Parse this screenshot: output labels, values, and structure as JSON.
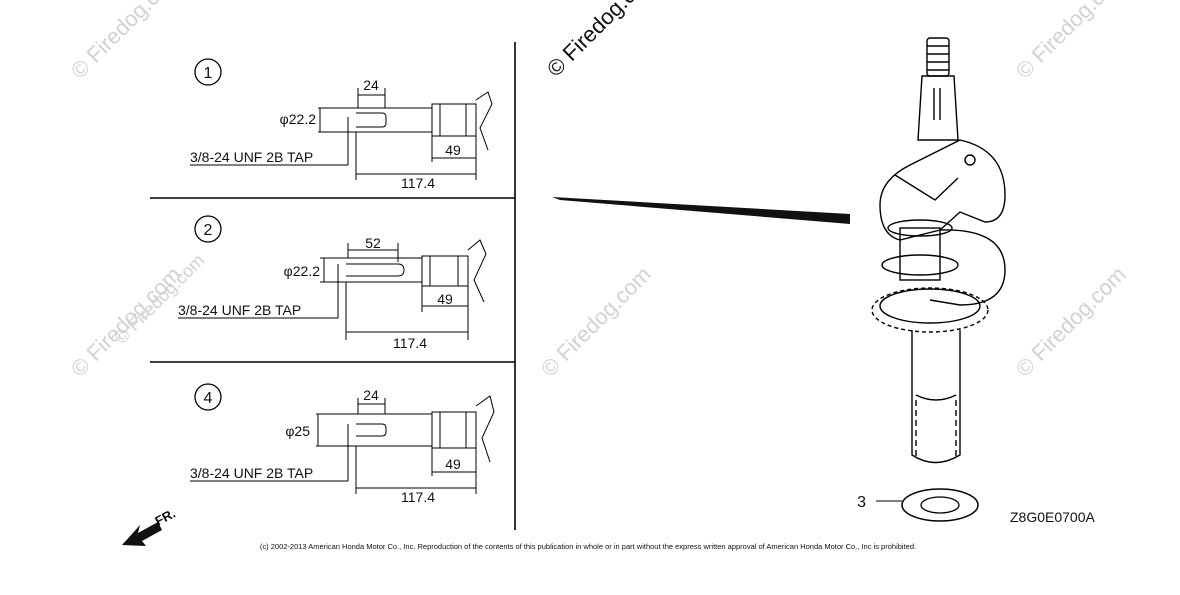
{
  "diagram": {
    "panels": [
      {
        "number": "1",
        "diameter": "φ22.2",
        "length_short": "24",
        "length_mid": "49",
        "length_total": "117.4",
        "tap": "3/8-24 UNF 2B TAP"
      },
      {
        "number": "2",
        "diameter": "φ22.2",
        "length_short": "52",
        "length_mid": "49",
        "length_total": "117.4",
        "tap": "3/8-24 UNF 2B TAP"
      },
      {
        "number": "4",
        "diameter": "φ25",
        "length_short": "24",
        "length_mid": "49",
        "length_total": "117.4",
        "tap": "3/8-24 UNF 2B TAP"
      }
    ],
    "part_callout": "3",
    "figure_code": "Z8G0E0700A",
    "front_marker": "FR.",
    "copyright": "(c) 2002-2013 American Honda Motor Co., Inc. Reproduction of the contents of this publication in whole or in part without the express written approval of American Honda Motor Co., Inc is prohibited.",
    "watermark_main": "© Firedog.com",
    "watermark_small": "© Firedog.com"
  }
}
